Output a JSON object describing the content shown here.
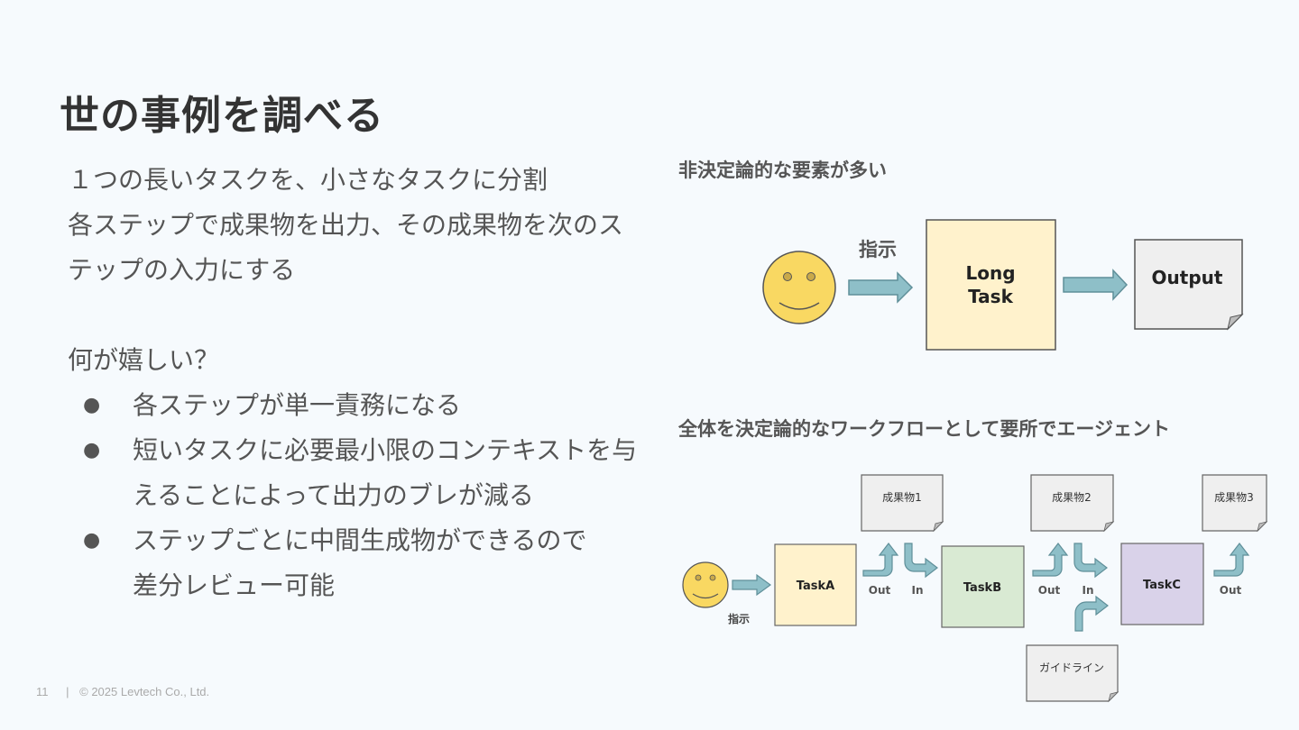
{
  "page": {
    "title": "世の事例を調べる",
    "intro_lines": [
      "１つの長いタスクを、小さなタスクに分割",
      "各ステップで成果物を出力、その成果物を次のス",
      "テップの入力にする"
    ],
    "question": "何が嬉しい？",
    "bullet_char": "●",
    "bullets": [
      [
        "各ステップが単一責務になる"
      ],
      [
        "短いタスクに必要最小限のコンテキストを与",
        "えることによって出力のブレが減る"
      ],
      [
        "ステップごとに中間生成物ができるので",
        "差分レビュー可能"
      ]
    ]
  },
  "diagram_top": {
    "heading": "非決定論的な要素が多い",
    "instruction_label": "指示",
    "long_task_line1": "Long",
    "long_task_line2": "Task",
    "output_label": "Output"
  },
  "diagram_bottom": {
    "heading": "全体を決定論的なワークフローとして要所でエージェント",
    "instruction_label": "指示",
    "task_a": "TaskA",
    "task_b": "TaskB",
    "task_c": "TaskC",
    "artifact_1": "成果物1",
    "artifact_2": "成果物2",
    "artifact_3": "成果物3",
    "out_label": "Out",
    "in_label": "In",
    "guideline": "ガイドライン"
  },
  "footer": {
    "page_number": "11",
    "separator": "|",
    "copyright": "© 2025 Levtech Co., Ltd."
  },
  "colors": {
    "background": "#f6fafd",
    "arrow_fill": "#8ebfc8",
    "arrow_stroke": "#5f8f99",
    "task_a_fill": "#fff2cc",
    "task_b_fill": "#d9ead3",
    "task_c_fill": "#d9d2e9",
    "doc_fill": "#efefef",
    "smiley_fill": "#f9d862"
  }
}
